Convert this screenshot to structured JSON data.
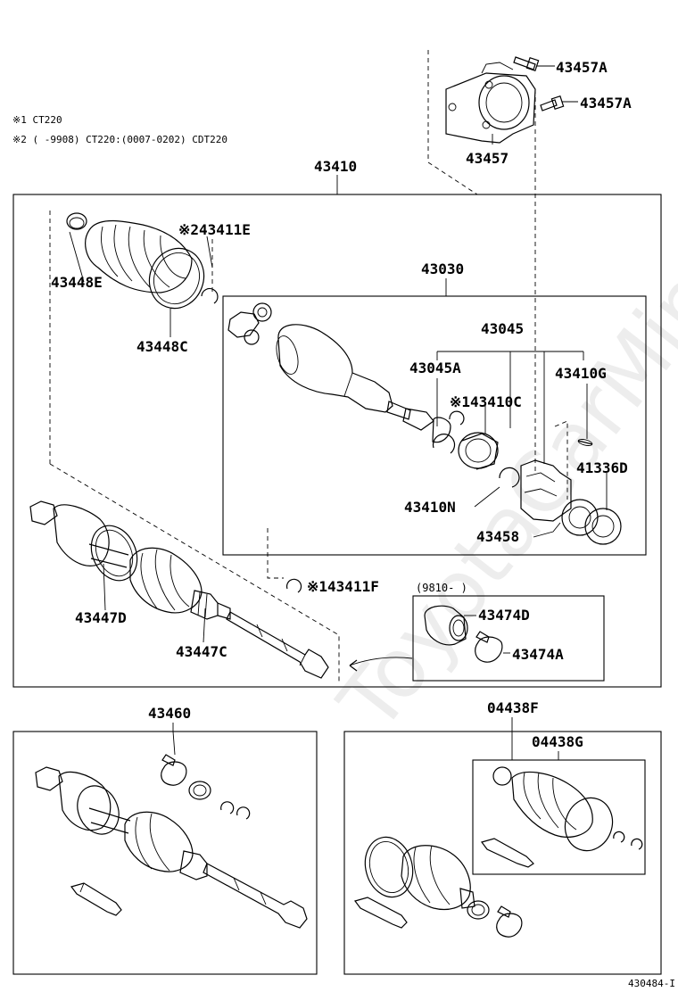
{
  "notes": {
    "note1": "※1 CT220",
    "note2": "※2 (     -9908) CT220:(0007-0202) CDT220"
  },
  "watermark": "ToyotaCarMine.ru",
  "footer_ref": "430484-I",
  "labels": {
    "p43457A_1": "43457A",
    "p43457A_2": "43457A",
    "p43457": "43457",
    "p43410": "43410",
    "p43411E": "※243411E",
    "p43448E": "43448E",
    "p43448C": "43448C",
    "p43030": "43030",
    "p43045": "43045",
    "p43045A": "43045A",
    "p43410G": "43410G",
    "p43410C": "※143410C",
    "p41336D": "41336D",
    "p43410N": "43410N",
    "p43458": "43458",
    "p43447D": "43447D",
    "p43447C": "43447C",
    "p43411F": "※143411F",
    "date_range": "(9810-     )",
    "p43474D": "43474D",
    "p43474A": "43474A",
    "p43460": "43460",
    "p04438F": "04438F",
    "p04438G": "04438G"
  }
}
